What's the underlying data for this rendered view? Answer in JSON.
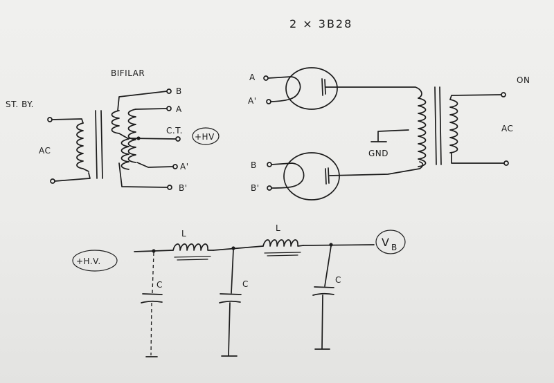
{
  "title": "2 × 3B28",
  "transformer_left": {
    "heading": "BIFILAR",
    "primary_label_top": "ST. BY.",
    "primary_label_ac": "AC",
    "taps": {
      "b": "B",
      "a": "A",
      "ct": "C.T.",
      "a_prime": "A'",
      "b_prime": "B'"
    },
    "hv_badge": "+HV"
  },
  "tubes": {
    "anode_a": "A",
    "anode_a_prime": "A'",
    "anode_b": "B",
    "anode_b_prime": "B'",
    "ground": "GND"
  },
  "transformer_right": {
    "label_on": "ON",
    "label_ac": "AC"
  },
  "filter": {
    "input_badge": "+H.V.",
    "inductor_1": "L",
    "inductor_2": "L",
    "cap_1": "C",
    "cap_2": "C",
    "cap_3": "C",
    "output_badge_main": "V",
    "output_badge_sub": "B"
  }
}
